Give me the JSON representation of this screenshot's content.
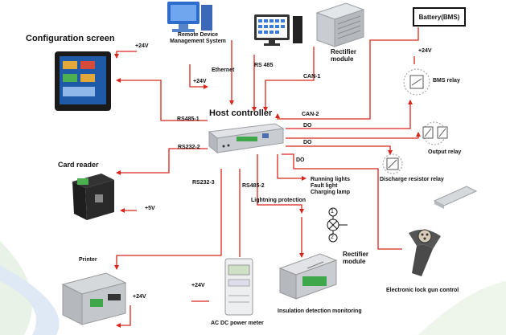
{
  "title": "Configuration screen",
  "host": {
    "label": "Host controller"
  },
  "devices": {
    "remote": "Remote Device\nManagement System",
    "rectifier_top": "Rectifier\nmodule",
    "battery": "Battery(BMS)",
    "bms_relay": "BMS  relay",
    "output_relay": "Output relay",
    "discharge_relay": "Discharge resistor relay",
    "card_reader": "Card reader",
    "lights": "Running lights\nFault light\nCharging lamp",
    "lightning": "Lightning protection",
    "rectifier_bottom": "Rectifier\nmodule",
    "lock_gun": "Electronic lock gun control",
    "printer": "Printer",
    "power_meter": "AC DC power meter",
    "insulation": "Insulation detection monitoring"
  },
  "links": {
    "ethernet": "Ethernet",
    "rs485": "RS 485",
    "can1": "CAN-1",
    "can2": "CAN-2",
    "rs485_1": "RS485-1",
    "rs232_2": "RS232-2",
    "rs232_3": "RS232-3",
    "rs485_2": "RS485-2",
    "do1": "DO",
    "do2": "DO",
    "do3": "DO"
  },
  "power": {
    "v24_screen": "+24V",
    "v24_remote": "+24V",
    "v24_battery": "+24V",
    "v5_card": "+5V",
    "v24_printer": "+24V",
    "v24_meter": "+24V"
  },
  "indicator": {
    "one": "1",
    "two": "2"
  },
  "colors": {
    "wire": "#d9261c",
    "screen_blue": "#1f5aa8",
    "monitor_blue": "#3a7ad8",
    "host_body": "#c9ccd0"
  }
}
